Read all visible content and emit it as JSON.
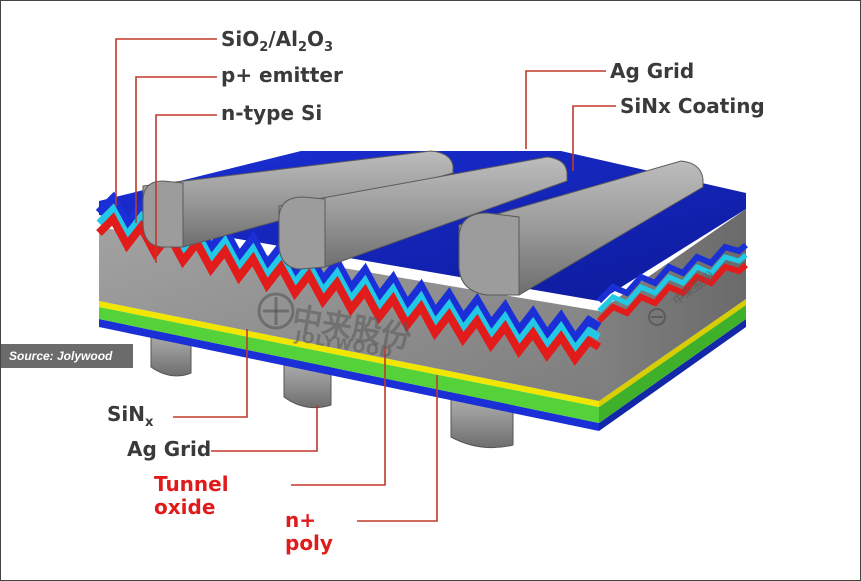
{
  "labels": {
    "sio2_al2o3": {
      "p1": "SiO",
      "s1": "2",
      "p2": "/Al",
      "s2": "2",
      "p3": "O",
      "s3": "3"
    },
    "p_emitter": "p+ emitter",
    "n_type_si": "n-type Si",
    "ag_grid_top": "Ag Grid",
    "sinx_coating": "SiNx Coating",
    "sinx_bottom": {
      "main": "SiN",
      "sub": "x"
    },
    "ag_grid_bottom": "Ag Grid",
    "tunnel_oxide": {
      "line1": "Tunnel",
      "line2": "oxide"
    },
    "n_poly": {
      "line1": "n+",
      "line2": "poly"
    }
  },
  "watermark": {
    "chinese": "中来股份",
    "latin": "JOLYWOOD"
  },
  "source": "Source: Jolywood",
  "colors": {
    "leader_line": "#c0392b",
    "label_dark": "#3a3a3a",
    "label_red": "#e01b1b",
    "sin_blue": "#1b2fd6",
    "alox_cyan": "#22c9e6",
    "emitter_red": "#e21b1b",
    "silicon_gray": "#8e8e8e",
    "tunnel_yellow": "#f2e600",
    "poly_green": "#55d23a",
    "rear_sin_blue": "#1b2fd6",
    "finger_gray": "#a8a8a8"
  }
}
